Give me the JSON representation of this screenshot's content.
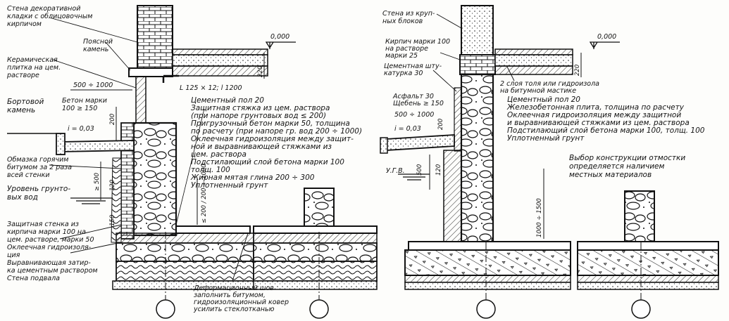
{
  "left": {
    "labels": {
      "wall_facing": [
        "Стена декоративной",
        "кладки с облицовочным",
        "кирпичом"
      ],
      "belt_stone": [
        "Поясной",
        "камень"
      ],
      "ceramic_tile": [
        "Керамическая",
        "плитка на цем.",
        "растворе"
      ],
      "curb_stone": [
        "Бортовой",
        "камень"
      ],
      "concrete_grade": [
        "Бетон марки",
        "100 ≥ 150"
      ],
      "coating": [
        "Обмазка горячим",
        "битумом за 2 раза",
        "всей стенки"
      ],
      "groundwater": [
        "Уровень грунто-",
        "вых вод"
      ],
      "protective_wall": [
        "Защитная стенка из",
        "кирпича марки 100 на",
        "цем. растворе, марки 50"
      ],
      "glued_waterproof": [
        "Оклеечная гидроизоля-",
        "ция"
      ],
      "leveling_screed": [
        "Выравнивающая затир-",
        "ка цементным раствором"
      ],
      "basement_wall": [
        "Стена подвала"
      ],
      "deformation_joint": [
        "Деформационный шов",
        "заполнить битумом,",
        "гидроизоляционный ковер",
        "усилить стеклотканью"
      ]
    },
    "floor_spec": [
      "Цементный пол 20",
      "Защитная стяжка из цем. раствора",
      "(при напоре грунтовых вод ≤ 200)",
      "Пригрузочный бетон марки 50, толщина",
      "по расчету (при напоре гр. вод 200 ÷ 1000)",
      "Оклеечная гидроизоляция между защит-",
      "ной и выравнивающей стяжками из",
      "цем. раствора",
      "Подстилающий слой бетона марки 100",
      "толщ. 100",
      "Жирная мятая глина 200 ÷ 300",
      "Уплотненный грунт"
    ],
    "dims": {
      "level": "0,000",
      "width": "500 ÷ 1000",
      "slope": "i = 0,03",
      "angle": "L 125 × 12; l 1200",
      "d200": "200",
      "d150": "150",
      "d120": "120",
      "d500": "≥ 500",
      "d220": "220",
      "range": "≤ 200 / 200 ÷ 1000"
    }
  },
  "right": {
    "labels": {
      "wall_blocks": [
        "Стена из круп-",
        "ных блоков"
      ],
      "brick_course": [
        "Кирпич марки 100",
        "на растворе",
        "марки 25"
      ],
      "cement_plaster": [
        "Цементная шту-",
        "катурка 30"
      ],
      "roofing_felt": [
        "2 слоя толя или гидроизола",
        "на битумной мастике"
      ],
      "asphalt": [
        "Асфальт 30",
        "Щебень ≥ 150"
      ],
      "groundwater": "У.Г.В.",
      "pavement_note": [
        "Выбор конструкции отмостки",
        "определяется наличием",
        "местных материалов"
      ]
    },
    "floor_spec": [
      "Цементный пол 20",
      "Железобетонная плита, толщина по расчету",
      "Оклеечная гидроизоляция между защитной",
      "и выравнивающей стяжками из цем. раствора",
      "Подстилающий слой бетона марки 100, толщ. 100",
      "Уплотненный грунт"
    ],
    "dims": {
      "level": "0,000",
      "width": "500 ÷ 1000",
      "slope": "i = 0,03",
      "d200": "200",
      "d220": "220",
      "d120": "120",
      "d500": "500",
      "range": "1000 ÷ 1500"
    }
  }
}
